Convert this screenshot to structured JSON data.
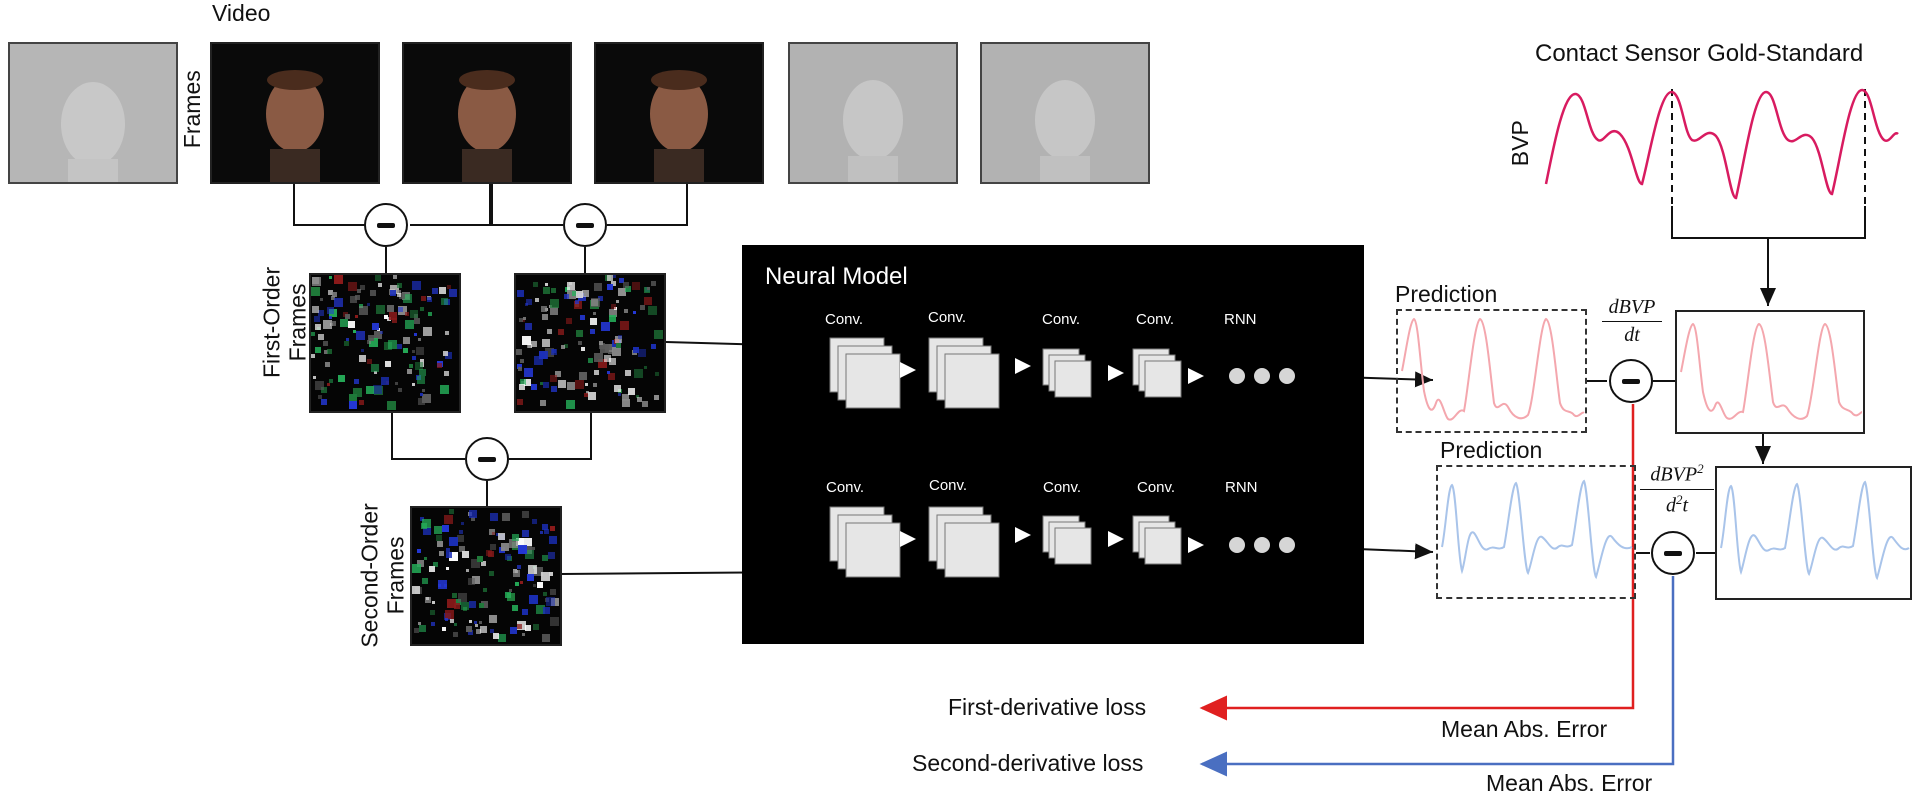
{
  "video_title": "Video",
  "frames_label": "Frames",
  "first_order_label": [
    "First-Order",
    "Frames"
  ],
  "second_order_label": [
    "Second-Order",
    "Frames"
  ],
  "neural_model": {
    "title": "Neural Model",
    "top_layers": [
      "Conv.",
      "Conv.",
      "Conv.",
      "Conv.",
      "RNN"
    ],
    "bottom_layers": [
      "Conv.",
      "Conv.",
      "Conv.",
      "Conv.",
      "RNN"
    ]
  },
  "gold_standard": {
    "title": "Contact Sensor Gold-Standard",
    "signal_label": "BVP"
  },
  "prediction_top": "Prediction",
  "prediction_bottom": "Prediction",
  "derivative_first": {
    "numerator": "dBVP",
    "denominator": "dt"
  },
  "derivative_second": {
    "numerator": "dBVP",
    "exponent": "2",
    "denominator_base": "d",
    "denominator_exponent": "2",
    "denominator_var": "t"
  },
  "losses": {
    "first": "First-derivative loss",
    "second": "Second-derivative loss",
    "first_metric": "Mean Abs. Error",
    "second_metric": "Mean Abs. Error"
  },
  "colors": {
    "bvp": "#d81b60",
    "first_pred": "#f4a7ae",
    "second_pred": "#a9c4ea",
    "first_loss": "#e02020",
    "second_loss": "#4a6fc1",
    "neural_bg": "#000000"
  }
}
